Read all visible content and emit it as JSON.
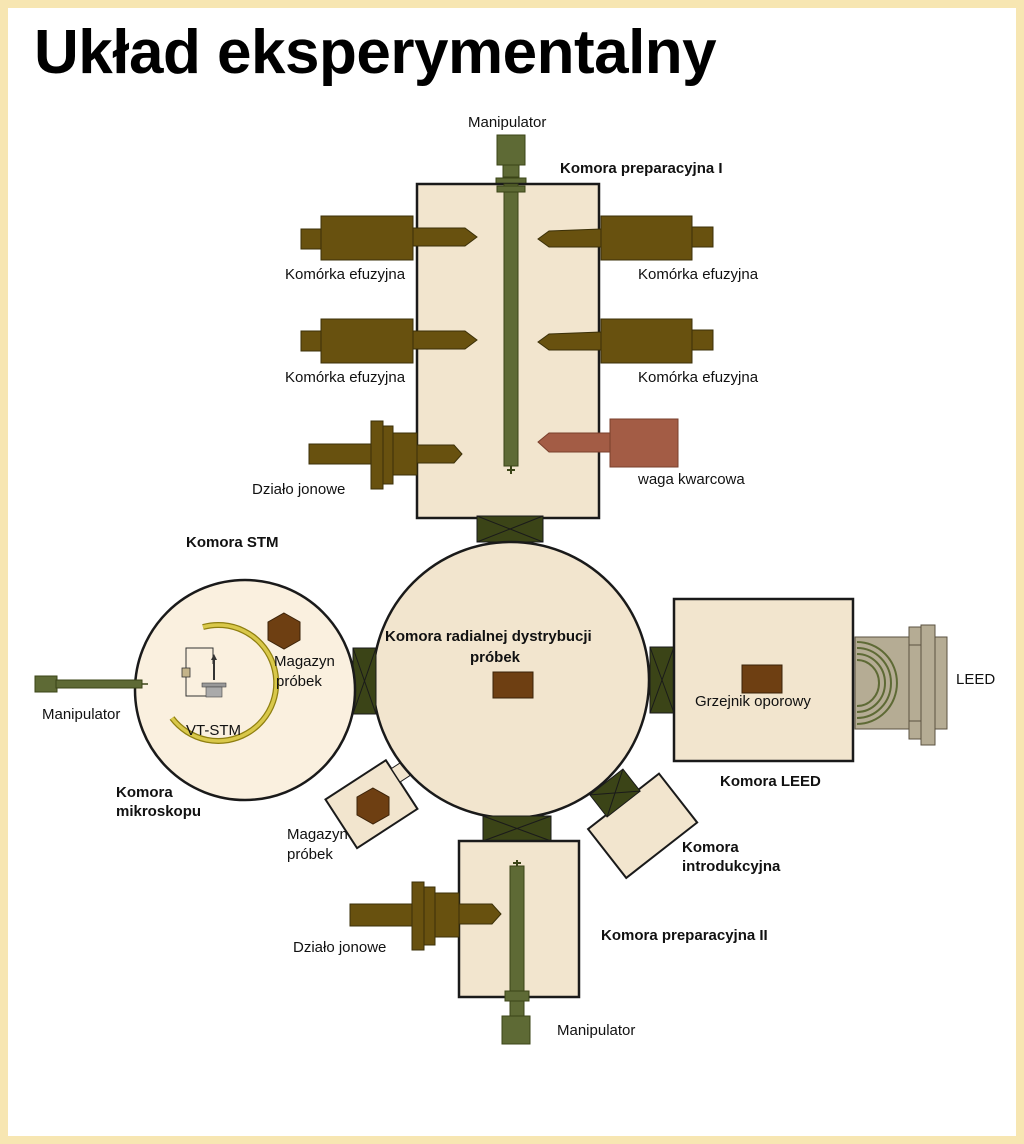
{
  "title": "Układ eksperymentalny",
  "colors": {
    "frame": "#f7e6b2",
    "chamber_fill": "#f2e5ce",
    "stm_fill": "#faf0df",
    "device_brown": "#68510f",
    "rod_green": "#5e6a35",
    "valve_dark": "#3b4417",
    "heater_brown": "#6e3f12",
    "quartz_balance": "#a35c45",
    "leed_gray": "#b5ac94",
    "vtstm_ring": "#c9b93a"
  },
  "labels": {
    "manipulator_top": "Manipulator",
    "prep_chamber_1": "Komora preparacyjna I",
    "effusion_cell": "Komórka efuzyjna",
    "ion_gun": "Działo jonowe",
    "quartz_balance": "waga kwarcowa",
    "stm_chamber": "Komora STM",
    "radial_chamber_line1": "Komora radialnej dystrybucji",
    "radial_chamber_line2": "próbek",
    "sample_magazine_line1": "Magazyn",
    "sample_magazine_line2": "próbek",
    "manipulator_left": "Manipulator",
    "vt_stm": "VT-STM",
    "microscope_chamber_line1": "Komora",
    "microscope_chamber_line2": "mikroskopu",
    "resistive_heater": "Grzejnik oporowy",
    "leed": "LEED",
    "leed_chamber": "Komora LEED",
    "intro_chamber_line1": "Komora",
    "intro_chamber_line2": "introdukcyjna",
    "prep_chamber_2": "Komora preparacyjna II",
    "manipulator_bottom": "Manipulator"
  }
}
